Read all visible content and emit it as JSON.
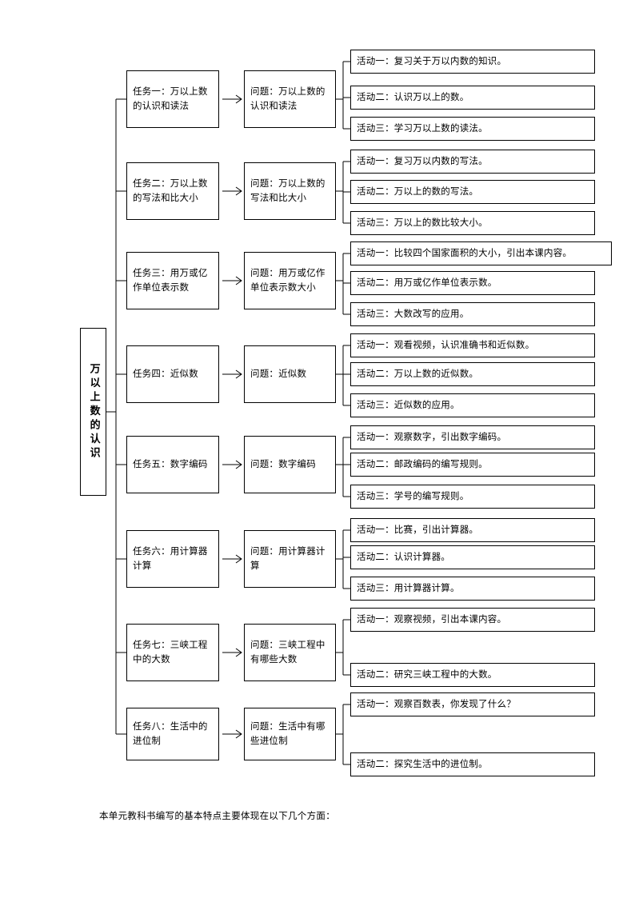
{
  "document": {
    "type": "unit-teaching-structure-flowchart",
    "caption": "本单元教科书编写的基本特点主要体现在以下几个方面："
  },
  "root": {
    "label": "万以上数的认识"
  },
  "groups": [
    {
      "task": "任务一：万以上数的认识和读法",
      "problem": "问题：万以上数的认识和读法",
      "activities": [
        "活动一：复习关于万以内数的知识。",
        "活动二：认识万以上的数。",
        "活动三：学习万以上数的读法。"
      ]
    },
    {
      "task": "任务二：万以上数的写法和比大小",
      "problem": "问题：万以上数的写法和比大小",
      "activities": [
        "活动一：复习万以内数的写法。",
        "活动二：万以上的数的写法。",
        "活动三：万以上的数比较大小。"
      ]
    },
    {
      "task": "任务三：用万或亿作单位表示数",
      "problem": "问题：用万或亿作单位表示数大小",
      "activities": [
        "活动一：比较四个国家面积的大小，引出本课内容。",
        "活动二：用万或亿作单位表示数。",
        "活动三：大数改写的应用。"
      ]
    },
    {
      "task": "任务四：近似数",
      "problem": "问题：近似数",
      "activities": [
        "活动一：观看视频，认识准确书和近似数。",
        "活动二：万以上数的近似数。",
        "活动三：近似数的应用。"
      ]
    },
    {
      "task": "任务五：数字编码",
      "problem": "问题：数字编码",
      "activities": [
        "活动一：观察数字，引出数字编码。",
        "活动二：邮政编码的编写规则。",
        "活动三：学号的编写规则。"
      ]
    },
    {
      "task": "任务六：用计算器计算",
      "problem": "问题：用计算器计算",
      "activities": [
        "活动一：比赛，引出计算器。",
        "活动二：认识计算器。",
        "活动三：用计算器计算。"
      ]
    },
    {
      "task": "任务七：三峡工程中的大数",
      "problem": "问题：三峡工程中有哪些大数",
      "activities": [
        "活动一：观察视频，引出本课内容。",
        "活动二：研究三峡工程中的大数。"
      ]
    },
    {
      "task": "任务八：生活中的进位制",
      "problem": "问题：生活中有哪些进位制",
      "activities": [
        "活动一：观察百数表，你发现了什么？",
        "活动二：探究生活中的进位制。"
      ]
    }
  ],
  "colors": {
    "stroke": "#000000",
    "background": "#ffffff",
    "text": "#000000"
  }
}
